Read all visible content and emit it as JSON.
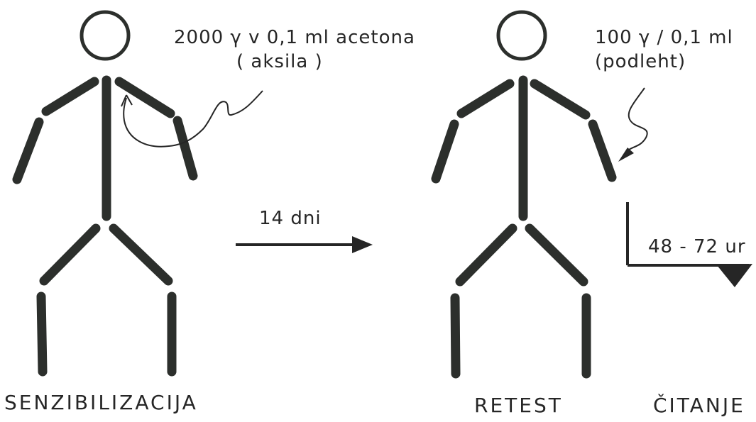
{
  "colors": {
    "figure": "#2c2f2c",
    "ink": "#262626",
    "background": "#ffffff"
  },
  "sensitization": {
    "dose_line1": "2000 γ v 0,1 ml acetona",
    "dose_line2": "( aksila )",
    "caption": "SENZIBILIZACIJA"
  },
  "interval": {
    "label": "14 dni"
  },
  "retest": {
    "dose_line1": "100 γ / 0,1 ml",
    "dose_line2": "(podleht)",
    "caption": "RETEST"
  },
  "reading": {
    "label": "48 - 72 ur",
    "caption": "ČITANJE"
  }
}
